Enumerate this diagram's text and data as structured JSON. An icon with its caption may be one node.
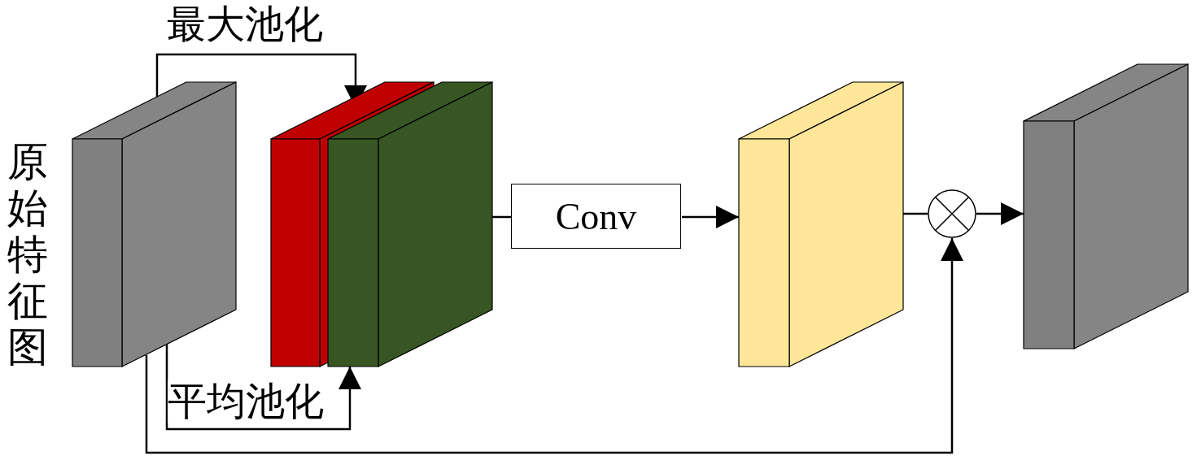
{
  "diagram": {
    "nodes": [
      {
        "text": [],
        "shape": "box",
        "beside": [
          "原始特征图"
        ]
      },
      {
        "text": [],
        "shape": "box"
      },
      {
        "text": [],
        "shape": "box"
      },
      {
        "text": [
          "Conv"
        ]
      },
      {
        "text": [],
        "shape": "box"
      },
      {
        "text": [],
        "shape": "circle"
      },
      {
        "text": [],
        "shape": "box"
      }
    ],
    "edges": [
      {
        "from": 0,
        "to": 1,
        "arrow": "to",
        "label": "最大池化"
      },
      {
        "from": 0,
        "to": 2,
        "arrow": "to",
        "label": "平均池化"
      },
      {
        "from": 2,
        "to": 3,
        "arrow": "none"
      },
      {
        "from": 3,
        "to": 4,
        "arrow": "to"
      },
      {
        "from": 4,
        "to": 5,
        "arrow": "none"
      },
      {
        "from": 5,
        "to": 6,
        "arrow": "to"
      },
      {
        "from": 0,
        "to": 5,
        "arrow": "to"
      }
    ]
  }
}
